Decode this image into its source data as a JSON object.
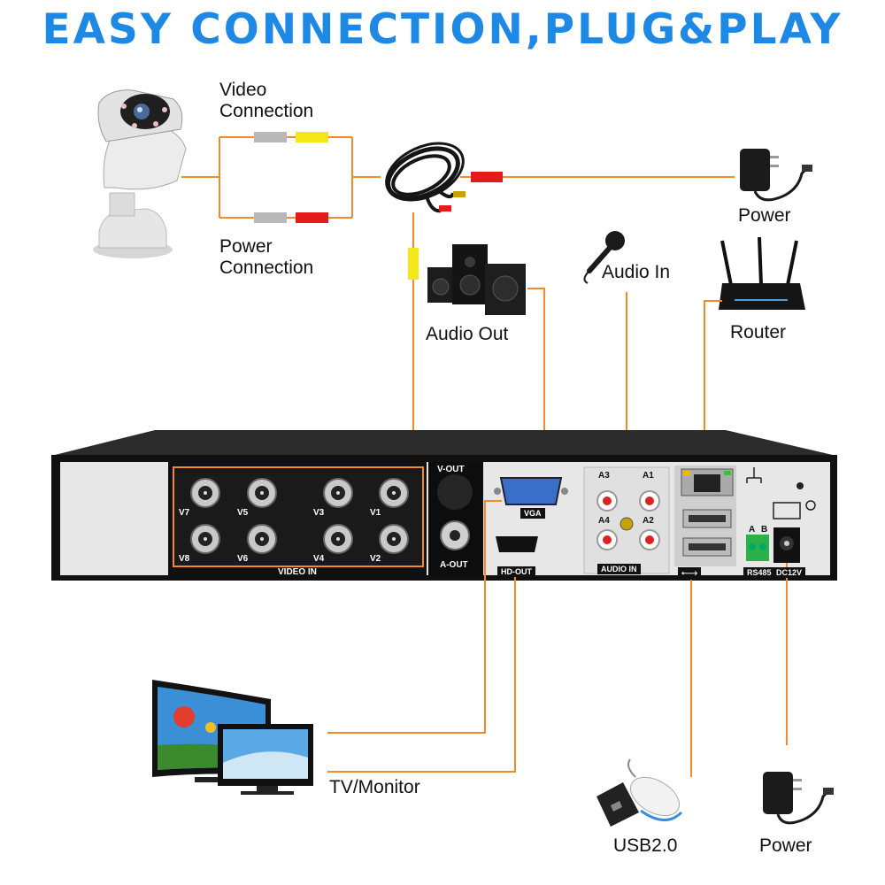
{
  "title": "EASY CONNECTION,PLUG&PLAY",
  "labels": {
    "video_connection": [
      "Video",
      "Connection"
    ],
    "power_connection": [
      "Power",
      "Connection"
    ],
    "power_top": "Power",
    "audio_out": "Audio Out",
    "audio_in": "Audio In",
    "router": "Router",
    "tv_monitor": "TV/Monitor",
    "usb": "USB2.0",
    "power_bottom": "Power"
  },
  "dvr_panel": {
    "video_in": "VIDEO IN",
    "bnc_top": [
      "V7",
      "V5",
      "V3",
      "V1"
    ],
    "bnc_bottom": [
      "V8",
      "V6",
      "V4",
      "V2"
    ],
    "v_out": "V-OUT",
    "a_out": "A-OUT",
    "vga": "VGA",
    "hd_out": "HD-OUT",
    "audio_in": "AUDIO IN",
    "audio_ports": [
      "A3",
      "A1",
      "A4",
      "A2"
    ],
    "rs485": "RS485",
    "rs485_pins": [
      "A",
      "B"
    ],
    "dc": "DC12V"
  },
  "colors": {
    "title": "#1e88e5",
    "wire": "#f08a2a",
    "yellow_plug": "#f4e81a",
    "red_plug": "#e31b1b",
    "gray_plug": "#b8b8b8"
  },
  "icons": [
    "camera-icon",
    "cable-icon",
    "power-adapter-icon",
    "speaker-icon",
    "microphone-icon",
    "router-icon",
    "tv-icon",
    "usb-icon",
    "mouse-icon"
  ]
}
